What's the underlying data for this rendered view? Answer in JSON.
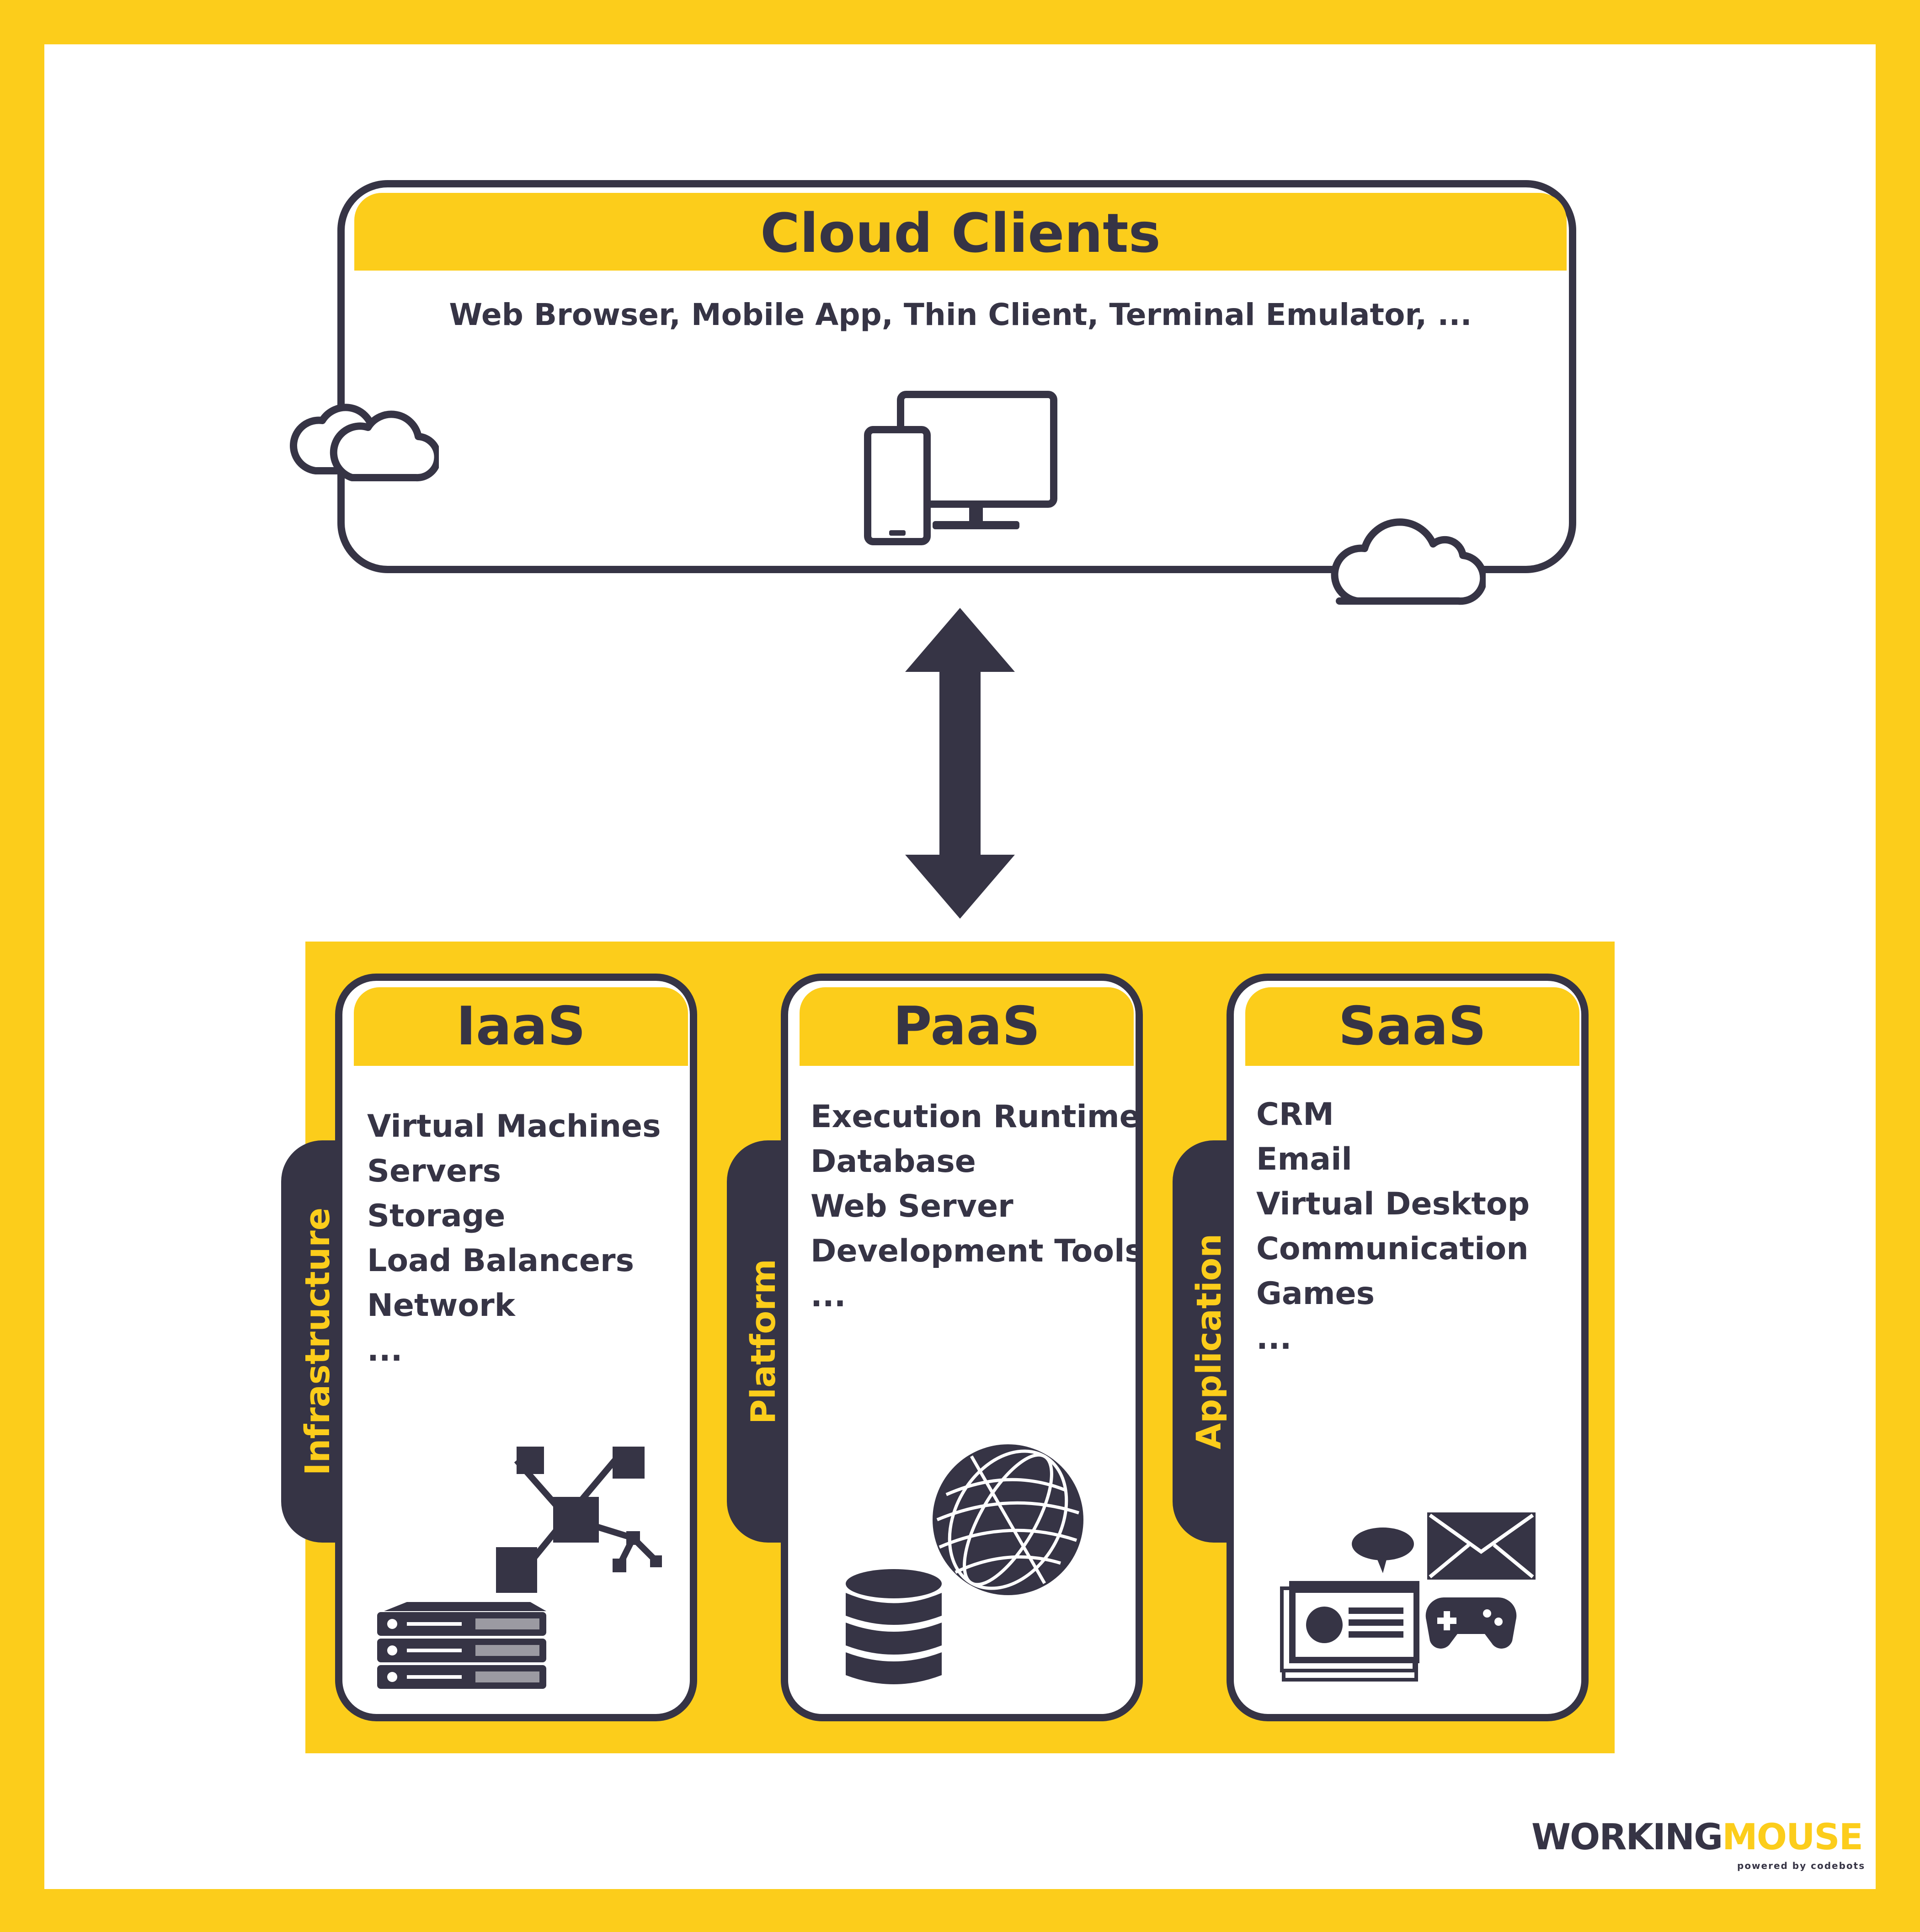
{
  "cloud_clients": {
    "title": "Cloud Clients",
    "items": "Web Browser, Mobile App, Thin Client, Terminal Emulator, ..."
  },
  "services": [
    {
      "title": "IaaS",
      "tab_label": "Infrastructure",
      "items": [
        "Virtual Machines",
        "Servers",
        "Storage",
        "Load Balancers",
        "Network",
        "..."
      ]
    },
    {
      "title": "PaaS",
      "tab_label": "Platform",
      "items": [
        "Execution Runtime",
        "Database",
        "Web Server",
        "Development Tools",
        "..."
      ]
    },
    {
      "title": "SaaS",
      "tab_label": "Application",
      "items": [
        "CRM",
        "Email",
        "Virtual Desktop",
        "Communication",
        "Games",
        "..."
      ]
    }
  ],
  "logo": {
    "brand_dark": "WORKING",
    "brand_light": "MOUSE",
    "tagline": "powered by codebots"
  },
  "colors": {
    "accent": "#fccd1b",
    "dark": "#363445",
    "background": "#ffffff"
  },
  "icons": [
    "cloud-icon",
    "devices-icon",
    "network-nodes-icon",
    "server-rack-icon",
    "globe-icon",
    "database-icon",
    "chat-bubble-icon",
    "envelope-icon",
    "gamepad-icon",
    "profile-card-icon"
  ]
}
